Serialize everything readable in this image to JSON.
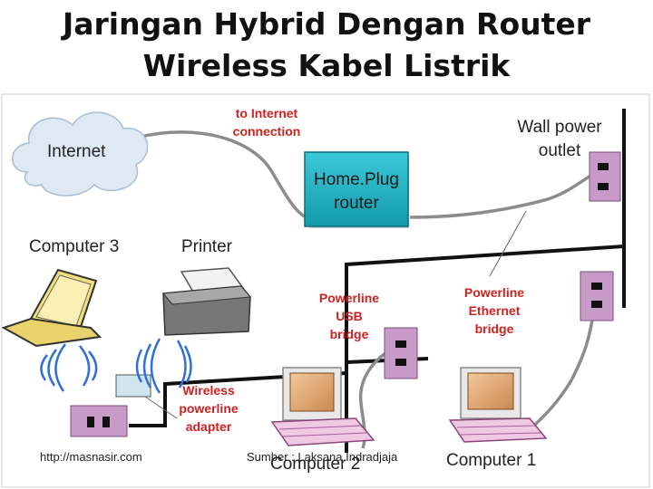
{
  "title": {
    "line1": "Jaringan Hybrid Dengan Router",
    "line2": "Wireless Kabel Listrik"
  },
  "diagram": {
    "internet": "Internet",
    "to_internet_line1": "to Internet",
    "to_internet_line2": "connection",
    "router_line1": "Home.Plug",
    "router_line2": "router",
    "wall_outlet_line1": "Wall power",
    "wall_outlet_line2": "outlet",
    "computer3": "Computer 3",
    "printer": "Printer",
    "usb_bridge_line1": "Powerline",
    "usb_bridge_line2": "USB",
    "usb_bridge_line3": "bridge",
    "ethernet_bridge_line1": "Powerline",
    "ethernet_bridge_line2": "Ethernet",
    "ethernet_bridge_line3": "bridge",
    "wireless_adapter_line1": "Wireless",
    "wireless_adapter_line2": "powerline",
    "wireless_adapter_line3": "adapter",
    "computer2": "Computer 2",
    "computer1": "Computer 1"
  },
  "footer": {
    "source_url": "http://masnasir.com",
    "credit": "Sumber : Laksana Indradjaja"
  },
  "colors": {
    "label_red": "#cc2222",
    "router_fill": "#1fb3c4",
    "outlet_fill": "#c79ac8",
    "wire": "#111111",
    "cable": "#8c8c8c",
    "cloud": "#dfe9f4",
    "wave": "#2f6fd6"
  },
  "icons": [
    "cloud-icon",
    "laptop-icon",
    "printer-icon",
    "monitor-icon",
    "keyboard-icon",
    "power-outlet-icon",
    "wireless-waves-icon"
  ]
}
